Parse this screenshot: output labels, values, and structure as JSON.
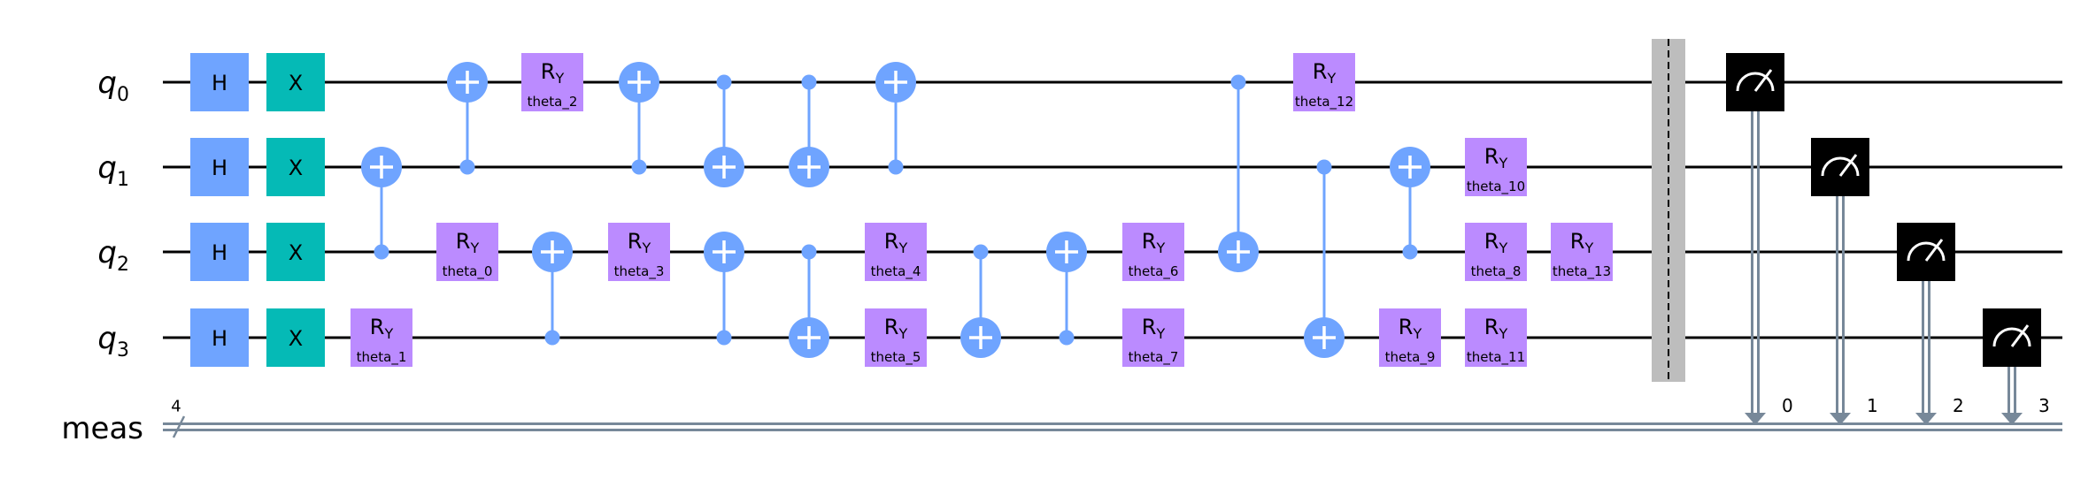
{
  "colors": {
    "h_gate": "#6fa4ff",
    "x_gate": "#05bab6",
    "ry_gate": "#bb8bff",
    "cx": "#6fa4ff",
    "measure": "#000000",
    "classical": "#778899",
    "barrier": "#bdbdbd"
  },
  "registers": {
    "qubits": [
      {
        "name": "q",
        "index": "0"
      },
      {
        "name": "q",
        "index": "1"
      },
      {
        "name": "q",
        "index": "2"
      },
      {
        "name": "q",
        "index": "3"
      }
    ],
    "classical": {
      "name": "meas",
      "size": "4"
    }
  },
  "gates": [
    {
      "type": "H",
      "label": "H",
      "qubit": 0,
      "step": 0
    },
    {
      "type": "H",
      "label": "H",
      "qubit": 1,
      "step": 0
    },
    {
      "type": "H",
      "label": "H",
      "qubit": 2,
      "step": 0
    },
    {
      "type": "H",
      "label": "H",
      "qubit": 3,
      "step": 0
    },
    {
      "type": "X",
      "label": "X",
      "qubit": 0,
      "step": 1
    },
    {
      "type": "X",
      "label": "X",
      "qubit": 1,
      "step": 1
    },
    {
      "type": "X",
      "label": "X",
      "qubit": 2,
      "step": 1
    },
    {
      "type": "X",
      "label": "X",
      "qubit": 3,
      "step": 1
    },
    {
      "type": "CX",
      "control": 2,
      "target": 1,
      "step": 2
    },
    {
      "type": "RY",
      "param": "theta_1",
      "qubit": 3,
      "step": 2
    },
    {
      "type": "CX",
      "control": 1,
      "target": 0,
      "step": 3
    },
    {
      "type": "RY",
      "param": "theta_0",
      "qubit": 2,
      "step": 3
    },
    {
      "type": "RY",
      "param": "theta_2",
      "qubit": 0,
      "step": 4
    },
    {
      "type": "CX",
      "control": 3,
      "target": 2,
      "step": 4
    },
    {
      "type": "CX",
      "control": 1,
      "target": 0,
      "step": 5
    },
    {
      "type": "RY",
      "param": "theta_3",
      "qubit": 2,
      "step": 5
    },
    {
      "type": "CX",
      "control": 0,
      "target": 1,
      "step": 6
    },
    {
      "type": "CX",
      "control": 3,
      "target": 2,
      "step": 6
    },
    {
      "type": "CX",
      "control": 0,
      "target": 1,
      "step": 7
    },
    {
      "type": "CX",
      "control": 2,
      "target": 3,
      "step": 7
    },
    {
      "type": "CX",
      "control": 1,
      "target": 0,
      "step": 8
    },
    {
      "type": "RY",
      "param": "theta_4",
      "qubit": 2,
      "step": 8
    },
    {
      "type": "RY",
      "param": "theta_5",
      "qubit": 3,
      "step": 8
    },
    {
      "type": "CX",
      "control": 2,
      "target": 3,
      "step": 9
    },
    {
      "type": "CX",
      "control": 3,
      "target": 2,
      "step": 10
    },
    {
      "type": "RY",
      "param": "theta_6",
      "qubit": 2,
      "step": 11
    },
    {
      "type": "RY",
      "param": "theta_7",
      "qubit": 3,
      "step": 11
    },
    {
      "type": "CX",
      "control": 0,
      "target": 2,
      "step": 12
    },
    {
      "type": "RY",
      "param": "theta_12",
      "qubit": 0,
      "step": 13
    },
    {
      "type": "CX",
      "control": 1,
      "target": 3,
      "step": 13
    },
    {
      "type": "CX",
      "control": 2,
      "target": 1,
      "step": 14
    },
    {
      "type": "RY",
      "param": "theta_9",
      "qubit": 3,
      "step": 14
    },
    {
      "type": "RY",
      "param": "theta_10",
      "qubit": 1,
      "step": 15
    },
    {
      "type": "RY",
      "param": "theta_8",
      "qubit": 2,
      "step": 15
    },
    {
      "type": "RY",
      "param": "theta_11",
      "qubit": 3,
      "step": 15
    },
    {
      "type": "RY",
      "param": "theta_13",
      "qubit": 2,
      "step": 16
    }
  ],
  "ry_label": {
    "base": "R",
    "sub": "Y"
  },
  "barrier": {
    "qubits": [
      0,
      1,
      2,
      3
    ],
    "step": 17
  },
  "measurements": [
    {
      "qubit": 0,
      "clbit": "0",
      "step": 18
    },
    {
      "qubit": 1,
      "clbit": "1",
      "step": 19
    },
    {
      "qubit": 2,
      "clbit": "2",
      "step": 20
    },
    {
      "qubit": 3,
      "clbit": "3",
      "step": 21
    }
  ]
}
